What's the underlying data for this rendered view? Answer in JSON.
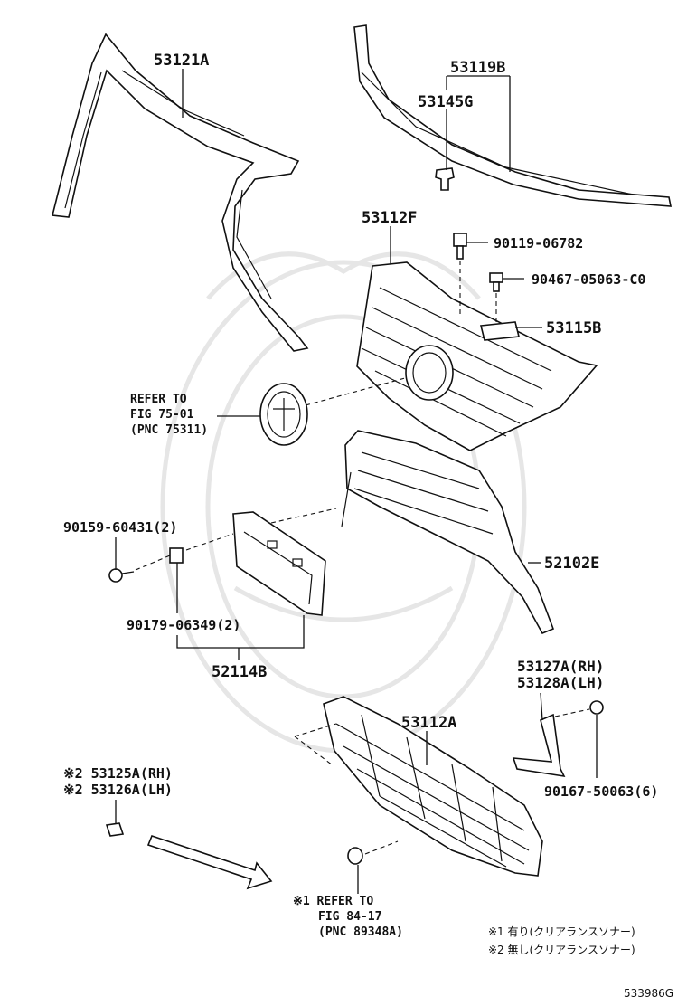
{
  "figure_code": "533986G",
  "labels": {
    "p53121a": "53121A",
    "p53119b": "53119B",
    "p53145g": "53145G",
    "p53112f": "53112F",
    "p90119": "90119-06782",
    "p90467": "90467-05063-C0",
    "p53115b": "53115B",
    "ref1_l1": "REFER TO",
    "ref1_l2": "FIG 75-01",
    "ref1_l3": "(PNC 75311)",
    "p90159": "90159-60431(2)",
    "p52102e": "52102E",
    "p90179": "90179-06349(2)",
    "p52114b": "52114B",
    "p53127a": "53127A(RH)",
    "p53128a": "53128A(LH)",
    "p53112a": "53112A",
    "p53125a": "※2 53125A(RH)",
    "p53126a": "※2 53126A(LH)",
    "p90167": "90167-50063(6)",
    "ref2_l1": "※1 REFER TO",
    "ref2_l2": "FIG 84-17",
    "ref2_l3": "(PNC 89348A)",
    "note1": "※1 有り(クリアランスソナー)",
    "note2": "※2 無し(クリアランスソナー)"
  }
}
